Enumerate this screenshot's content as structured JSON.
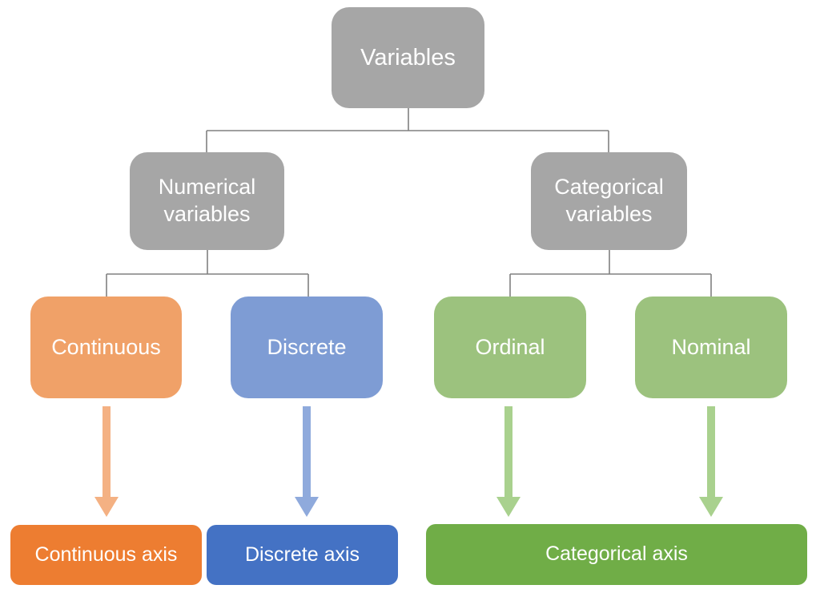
{
  "diagram": {
    "title": "Variables",
    "text_color": "#FFFFFF",
    "connector_color": "#808080",
    "nodes": {
      "variables": {
        "label": "Variables",
        "fill": "#A6A6A6"
      },
      "numerical": {
        "label": "Numerical variables",
        "fill": "#A6A6A6"
      },
      "categorical": {
        "label": "Categorical variables",
        "fill": "#A6A6A6"
      },
      "continuous": {
        "label": "Continuous",
        "fill": "#F0A168"
      },
      "discrete": {
        "label": "Discrete",
        "fill": "#7E9CD4"
      },
      "ordinal": {
        "label": "Ordinal",
        "fill": "#9CC27E"
      },
      "nominal": {
        "label": "Nominal",
        "fill": "#9CC27E"
      },
      "continuous_axis": {
        "label": "Continuous axis",
        "fill": "#ED7D31"
      },
      "discrete_axis": {
        "label": "Discrete axis",
        "fill": "#4472C4"
      },
      "categorical_axis": {
        "label": "Categorical axis",
        "fill": "#70AD47"
      }
    },
    "arrows": {
      "continuous": {
        "color": "#F4B183"
      },
      "discrete": {
        "color": "#8FAADC"
      },
      "ordinal": {
        "color": "#A9D18E"
      },
      "nominal": {
        "color": "#A9D18E"
      }
    }
  }
}
